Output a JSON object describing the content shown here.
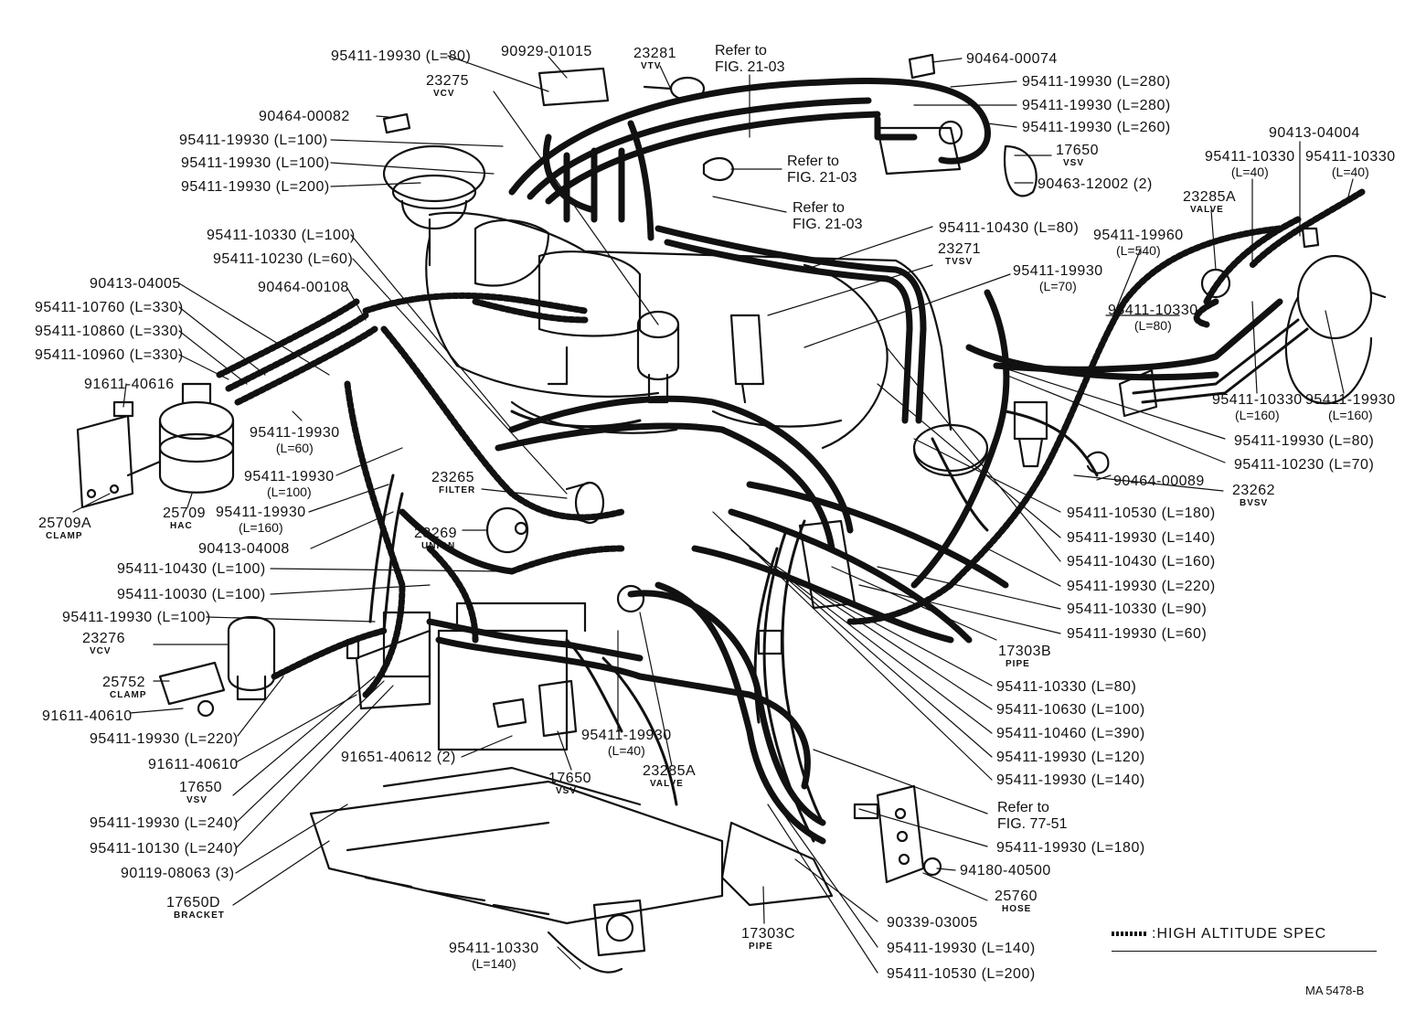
{
  "legend": {
    "text": ":HIGH ALTITUDE SPEC"
  },
  "diagram_code": "MA 5478-B",
  "callouts": [
    {
      "id": "c1",
      "num": "95411-19930 (L=80)"
    },
    {
      "id": "c2",
      "num": "90929-01015"
    },
    {
      "id": "c3",
      "num": "23281",
      "sub": "VTV"
    },
    {
      "id": "c4",
      "ref": [
        "Refer to",
        "FIG. 21-03"
      ]
    },
    {
      "id": "c5",
      "num": "90464-00074"
    },
    {
      "id": "c6",
      "num": "23275",
      "sub": "VCV"
    },
    {
      "id": "c7",
      "num": "95411-19930 (L=280)"
    },
    {
      "id": "c8",
      "num": "95411-19930 (L=280)"
    },
    {
      "id": "c9",
      "num": "90464-00082"
    },
    {
      "id": "c10",
      "num": "95411-19930 (L=260)"
    },
    {
      "id": "c11",
      "num": "90413-04004"
    },
    {
      "id": "c12",
      "num": "95411-19930 (L=100)"
    },
    {
      "id": "c13",
      "num": "17650",
      "sub": "VSV"
    },
    {
      "id": "c14",
      "num": "95411-10330",
      "sub2": "(L=40)"
    },
    {
      "id": "c15",
      "num": "95411-10330",
      "sub2": "(L=40)"
    },
    {
      "id": "c16",
      "ref": [
        "Refer to",
        "FIG. 21-03"
      ]
    },
    {
      "id": "c17",
      "num": "95411-19930 (L=100)"
    },
    {
      "id": "c18",
      "num": "95411-19930 (L=200)"
    },
    {
      "id": "c19",
      "num": "90463-12002 (2)"
    },
    {
      "id": "c20",
      "num": "23285A",
      "sub": "VALVE"
    },
    {
      "id": "c21",
      "ref": [
        "Refer to",
        "FIG. 21-03"
      ]
    },
    {
      "id": "c22",
      "num": "95411-10330 (L=100)"
    },
    {
      "id": "c23",
      "num": "95411-10430 (L=80)"
    },
    {
      "id": "c24",
      "num": "95411-19960",
      "sub2": "(L=540)"
    },
    {
      "id": "c25",
      "num": "95411-10230 (L=60)"
    },
    {
      "id": "c26",
      "num": "23271",
      "sub": "TVSV"
    },
    {
      "id": "c27",
      "num": "90413-04005"
    },
    {
      "id": "c28",
      "num": "90464-00108"
    },
    {
      "id": "c29",
      "num": "95411-19930",
      "sub2": "(L=70)"
    },
    {
      "id": "c30",
      "num": "95411-10760 (L=330)"
    },
    {
      "id": "c31",
      "num": "95411-10330",
      "sub2": "(L=80)"
    },
    {
      "id": "c32",
      "num": "95411-10860 (L=330)"
    },
    {
      "id": "c33",
      "num": "95411-10960 (L=330)"
    },
    {
      "id": "c34",
      "num": "91611-40616"
    },
    {
      "id": "c35",
      "num": "95411-10330",
      "sub2": "(L=160)"
    },
    {
      "id": "c36",
      "num": "95411-19930",
      "sub2": "(L=160)"
    },
    {
      "id": "c37",
      "num": "95411-19930",
      "sub2": "(L=60)"
    },
    {
      "id": "c38",
      "num": "95411-19930 (L=80)"
    },
    {
      "id": "c39",
      "num": "95411-19930",
      "sub2": "(L=100)"
    },
    {
      "id": "c40",
      "num": "95411-10230 (L=70)"
    },
    {
      "id": "c41",
      "num": "23265",
      "sub": "FILTER"
    },
    {
      "id": "c42",
      "num": "90464-00089"
    },
    {
      "id": "c43",
      "num": "25709A",
      "sub": "CLAMP"
    },
    {
      "id": "c44",
      "num": "25709",
      "sub": "HAC"
    },
    {
      "id": "c45",
      "num": "95411-19930",
      "sub2": "(L=160)"
    },
    {
      "id": "c46",
      "num": "23262",
      "sub": "BVSV"
    },
    {
      "id": "c47",
      "num": "95411-10530 (L=180)"
    },
    {
      "id": "c48",
      "num": "23269",
      "sub": "UNION"
    },
    {
      "id": "c49",
      "num": "95411-19930 (L=140)"
    },
    {
      "id": "c50",
      "num": "90413-04008"
    },
    {
      "id": "c51",
      "num": "95411-10430 (L=160)"
    },
    {
      "id": "c52",
      "num": "95411-10430 (L=100)"
    },
    {
      "id": "c53",
      "num": "95411-19930 (L=220)"
    },
    {
      "id": "c54",
      "num": "95411-10030 (L=100)"
    },
    {
      "id": "c55",
      "num": "95411-10330 (L=90)"
    },
    {
      "id": "c56",
      "num": "95411-19930 (L=100)"
    },
    {
      "id": "c57",
      "num": "95411-19930 (L=60)"
    },
    {
      "id": "c58",
      "num": "23276",
      "sub": "VCV"
    },
    {
      "id": "c59",
      "num": "17303B",
      "sub": "PIPE"
    },
    {
      "id": "c60",
      "num": "25752",
      "sub": "CLAMP"
    },
    {
      "id": "c61",
      "num": "95411-10330 (L=80)"
    },
    {
      "id": "c62",
      "num": "91611-40610"
    },
    {
      "id": "c63",
      "num": "95411-10630 (L=100)"
    },
    {
      "id": "c64",
      "num": "95411-19930 (L=220)"
    },
    {
      "id": "c65",
      "num": "95411-10460 (L=390)"
    },
    {
      "id": "c66",
      "num": "95411-19930",
      "sub2": "(L=40)"
    },
    {
      "id": "c67",
      "num": "91651-40612 (2)"
    },
    {
      "id": "c68",
      "num": "95411-19930 (L=120)"
    },
    {
      "id": "c69",
      "num": "91611-40610"
    },
    {
      "id": "c70",
      "num": "95411-19930 (L=140)"
    },
    {
      "id": "c71",
      "num": "23285A",
      "sub": "VALVE"
    },
    {
      "id": "c72",
      "num": "17650",
      "sub": "VSV"
    },
    {
      "id": "c73",
      "num": "17650",
      "sub": "VSV"
    },
    {
      "id": "c74",
      "ref": [
        "Refer to",
        "FIG. 77-51"
      ]
    },
    {
      "id": "c75",
      "num": "95411-19930 (L=240)"
    },
    {
      "id": "c76",
      "num": "95411-19930 (L=180)"
    },
    {
      "id": "c77",
      "num": "95411-10130 (L=240)"
    },
    {
      "id": "c78",
      "num": "94180-40500"
    },
    {
      "id": "c79",
      "num": "90119-08063 (3)"
    },
    {
      "id": "c80",
      "num": "25760",
      "sub": "HOSE"
    },
    {
      "id": "c81",
      "num": "17650D",
      "sub": "BRACKET"
    },
    {
      "id": "c82",
      "num": "90339-03005"
    },
    {
      "id": "c83",
      "num": "17303C",
      "sub": "PIPE"
    },
    {
      "id": "c84",
      "num": "95411-19930 (L=140)"
    },
    {
      "id": "c85",
      "num": "95411-10330",
      "sub2": "(L=140)"
    },
    {
      "id": "c86",
      "num": "95411-10530 (L=200)"
    }
  ]
}
